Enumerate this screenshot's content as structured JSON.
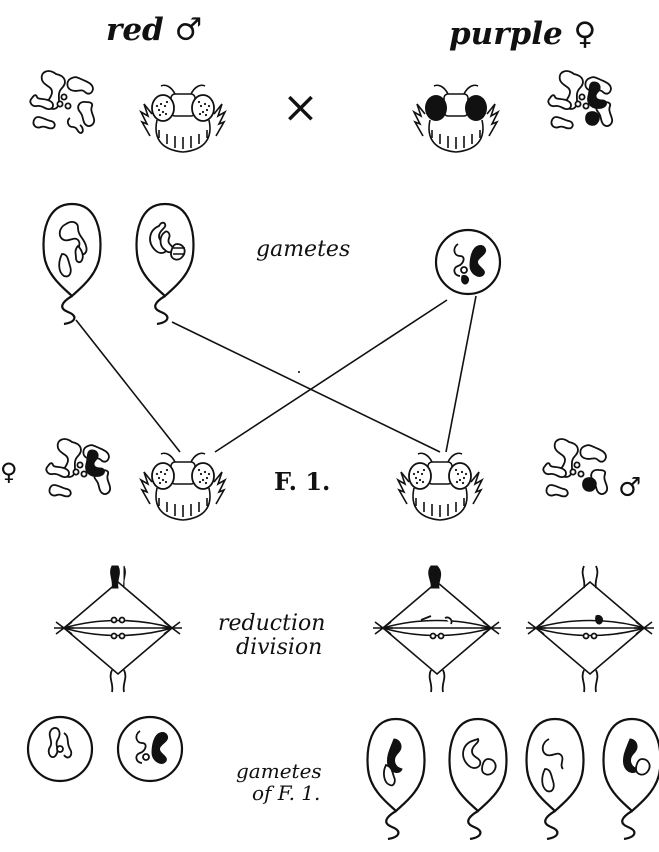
{
  "labels": {
    "red_male": "red ♂",
    "purple_female": "purple ♀",
    "cross": "×",
    "gametes": "gametes",
    "f1": "F. 1.",
    "female_symbol": "♀",
    "male_symbol": "♂",
    "reduction_line1": "reduction",
    "reduction_line2": "division",
    "gametes_f1_line1": "gametes",
    "gametes_f1_line2": "of F. 1."
  }
}
